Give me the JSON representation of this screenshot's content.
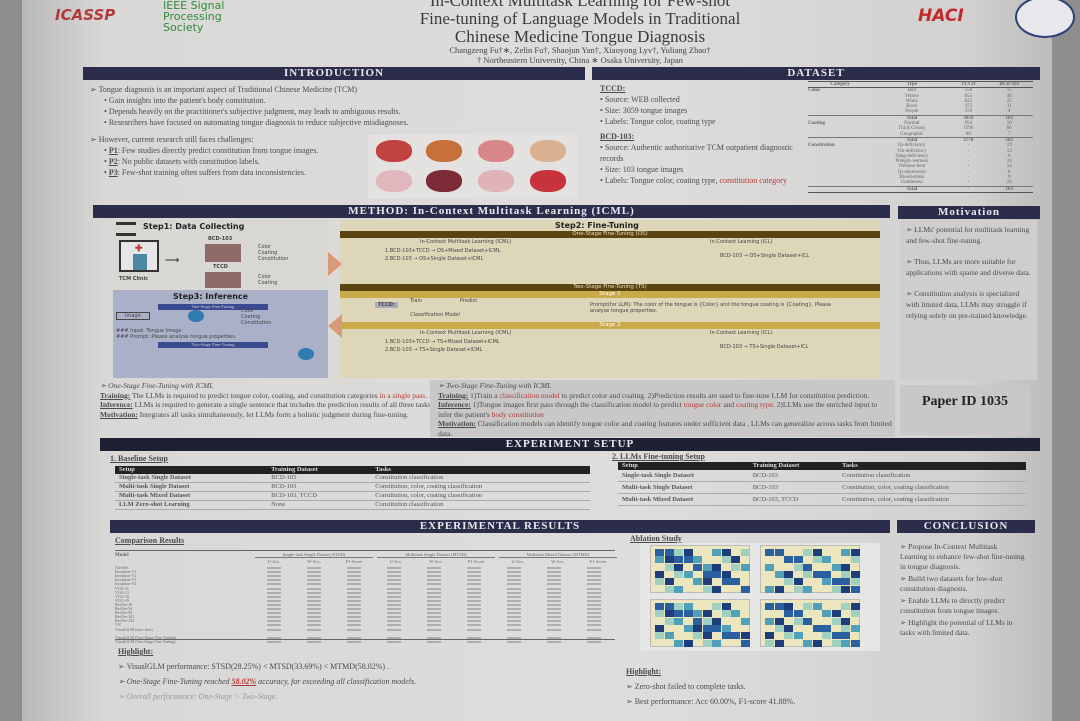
{
  "header": {
    "logo_icassp": "ICASSP",
    "logo_ieee": "IEEE Signal Processing Society",
    "logo_haci": "HACI",
    "title_line1": "In-Context Multitask Learning for Few-shot",
    "title_line2": "Fine-tuning of Language Models in Traditional",
    "title_line3": "Chinese Medicine Tongue Diagnosis",
    "authors": "Changzeng Fu†∗, Zelin Fu†, Shaojun Yan†, Xiaoyong Lyv†, Yuliang Zhao†",
    "affiliations": "† Northeastern University, China      ∗ Osaka University, Japan"
  },
  "introduction": {
    "title": "INTRODUCTION",
    "point1": "Tongue diagnosis is an important aspect of Traditional Chinese Medicine (TCM)",
    "sub1": [
      "Gain insights into the patient's body constitution.",
      "Depends heavily on the practitioner's subjective judgment, may leads to ambiguous results.",
      "Researchers have focused on automating tongue diagnosis to reduce subjective misdiagnoses."
    ],
    "point2": "However, current research still faces challenges:",
    "challenges": [
      {
        "tag": "P1",
        "text": ": Few studies directly predict constitution from tongue images."
      },
      {
        "tag": "P2",
        "text": ": No public datasets with constitution labels."
      },
      {
        "tag": "P3",
        "text": ": Few-shot training often suffers from data inconsistencies."
      }
    ]
  },
  "dataset": {
    "title": "DATASET",
    "tccd_title": "TCCD:",
    "tccd": [
      "Source: WEB collected",
      "Size: 3059 tongue images",
      "Labels: Tongue color, coating type"
    ],
    "bcd_title": "BCD-103:",
    "bcd": [
      "Source: Authentic authoritative TCM outpatient diagnostic records",
      "Size: 103 tongue images",
      "Labels: Tongue color, coating type,"
    ],
    "bcd_red": "constitution category",
    "table": {
      "headers": [
        "Category",
        "Type",
        "TCCD",
        "BCD-103"
      ],
      "rows": [
        [
          "Color",
          "Red",
          "550",
          "15"
        ],
        [
          "",
          "Yellow",
          "855",
          "48"
        ],
        [
          "",
          "White",
          "823",
          "25"
        ],
        [
          "",
          "Black",
          "472",
          "11"
        ],
        [
          "",
          "Purple",
          "350",
          "4"
        ],
        [
          "",
          "Total",
          "3059",
          "103"
        ],
        [
          "Coating",
          "Normal",
          "994",
          "10"
        ],
        [
          "",
          "Thick Greasy",
          "1696",
          "86"
        ],
        [
          "",
          "Geographic",
          "80",
          "7"
        ],
        [
          "",
          "Total",
          "2770",
          "103"
        ],
        [
          "Constitution",
          "Qi-deficiency",
          "-",
          "19"
        ],
        [
          "",
          "Yin-deficiency",
          "-",
          "13"
        ],
        [
          "",
          "Yang-deficiency",
          "-",
          "6"
        ],
        [
          "",
          "Phlegm-wetness",
          "-",
          "10"
        ],
        [
          "",
          "Wetness-heat",
          "-",
          "14"
        ],
        [
          "",
          "Qi-depression",
          "-",
          "8"
        ],
        [
          "",
          "Blood-stasis",
          "-",
          "9"
        ],
        [
          "",
          "Gentleness",
          "-",
          "24"
        ],
        [
          "",
          "Total",
          "-",
          "103"
        ]
      ]
    }
  },
  "method": {
    "title": "METHOD: In-Context Multitask Learning (ICML)",
    "step1": "Step1: Data Collecting",
    "clinic": "TCM Clinic",
    "bcd": "BCD-103",
    "tccd": "TCCD",
    "bcd_labels": [
      "Color",
      "Coating",
      "Constitution"
    ],
    "tccd_labels": [
      "Color",
      "Coating"
    ],
    "step3": "Step3: Inference",
    "os_label": "One-Stage Fine-Tuning",
    "ts_label": "Two-Stage Fine-Tuning",
    "image": "Image",
    "outputs": [
      "Color",
      "Coating",
      "Constitution"
    ],
    "inf_input": "### Input: Tongue Image",
    "inf_prompt": "### Prompt: Please analyse tongue properties.",
    "step2": "Step2: Fine-Tuning",
    "os_bar": "One-Stage Fine-Tuning (OS)",
    "icml": "In-Context Multitask Learning (ICML)",
    "icl": "In-Context Learning (ICL)",
    "os_lines": [
      "1.BCD-103+TCCD → OS+Mixed Dataset+ICML",
      "2.BCD-103 → OS+Single Dataset+ICML"
    ],
    "os_icl": "BCD-103 → OS+Single Dataset+ICL",
    "ts_bar": "Two-Stage Fine-Tuning (TS)",
    "stage1": "Stage 1",
    "stage2": "Stage 2",
    "train": "Train",
    "predict": "Predict",
    "cls_model": "Classification Model",
    "ts_prompt": "Prompt(for LLM): The color of the tongue is {Color} and the tongue coating is {Coating}. Please analyse tongue properties.",
    "ts_lines": [
      "1.BCD-103+TCCD → TS+Mixed Dataset+ICML",
      "2.BCD-103 → TS+Single Dataset+ICML"
    ],
    "ts_icl": "BCD-103 → TS+Single Dataset+ICL",
    "one_stage": {
      "title": "One-Stage Fine-Tuning with ICML",
      "training_k": "Training:",
      "training": " The LLMs is required to predict tongue color, coating, and constitution categories ",
      "training_red": "in a single pass.",
      "inference_k": "Inference:",
      "inference": " LLMs is required to generate a single sentence that includes the prediction results of all three tasks.",
      "motivation_k": "Motivation:",
      "motivation": " Integrates all tasks simultaneously, let LLMs form a holistic judgment during fine-tuning."
    },
    "two_stage": {
      "title": "Two-Stage Fine-Tuning with ICML",
      "training_k": "Training:",
      "training_a": " 1)Train a ",
      "training_red": "classification model",
      "training_b": " to predict color and coating. 2)Prediction results are used to fine-tune LLM for constitution prediction.",
      "inference_k": "Inference:",
      "inference_a": " 1)Tongue images first pass through the classification model to predict ",
      "inf_red1": "tongue color",
      "inference_b": " and ",
      "inf_red2": "coating type",
      "inference_c": ". 2)LLMs use the enriched input to infer the patient's ",
      "inf_red3": "body constitution",
      "motivation_k": "Motivation:",
      "motivation": " Classification models can identify tongue color and coating features under sufficient data , LLMs can generalize across tasks from limited data."
    }
  },
  "motivation": {
    "title": "Motivation",
    "points": [
      "LLMs' potential for multitask learning and few-shot fine-tuning.",
      "Thus, LLMs are more suitable for applications with sparse and diverse data.",
      "Constitution analysis is specialized with limited data, LLMs may struggle if relying solely on pre-trained knowledge."
    ],
    "paper_id": "Paper ID 1035"
  },
  "experiment_setup": {
    "title": "EXPERIMENT SETUP",
    "baseline_title": "1. Baseline Setup",
    "headers": [
      "Setup",
      "Training Dataset",
      "Tasks"
    ],
    "baseline_rows": [
      [
        "Single-task Single Dataset",
        "BCD-103",
        "Constitution classification"
      ],
      [
        "Multi-task Single Dataset",
        "BCD-103",
        "Constitution, color, coating classification"
      ],
      [
        "Multi-task Mixed Dataset",
        "BCD-103, TCCD",
        "Constitution, color, coating classification"
      ],
      [
        "LLM Zero-shot Learning",
        "None",
        "Constitution classification"
      ]
    ],
    "llm_title": "2. LLMs Fine-tuning Setup",
    "llm_rows": [
      [
        "Single-task Single Dataset",
        "BCD-103",
        "Constitution classification"
      ],
      [
        "Multi-task Single Dataset",
        "BCD-103",
        "Constitution, color, coating classification"
      ],
      [
        "Multi-task Mixed Dataset",
        "BCD-103, TCCD",
        "Constitution, color, coating classification"
      ]
    ]
  },
  "results": {
    "title": "EXPERIMENTAL RESULTS",
    "comparison_title": "Comparison Results",
    "model_header": "Model",
    "groups": [
      "Single-task Single Dataset (STSD)",
      "Multitask Single Dataset (MTSD)",
      "Multitask Mixed Dataset (MTMD)"
    ],
    "metrics": [
      "U-Acc.",
      "W-Acc.",
      "F1-Score"
    ],
    "models": [
      "AlexNet",
      "Inception-V1",
      "Inception-V2",
      "Inception-V3",
      "Inception-V4",
      "VGG-11",
      "VGG-13",
      "VGG-16",
      "VGG-19",
      "ResNet-18",
      "ResNet-34",
      "ResNet-50",
      "ResNet-101",
      "ResNet-152",
      "ViT",
      "VisualGLM (zero-shot)",
      "VisualGLM (Two-Stage Fine-Tuning)",
      "VisualGLM (One-Stage Fine-Tuning)"
    ],
    "ablation_title": "Ablation Study",
    "highlight": "Highlight:",
    "highlights": [
      "VisualGLM performance: STSD(28.25%) < MTSD(33.69%) < MTMD(58.02%) ."
    ],
    "h2_a": "One-Stage Fine-Tuning reached ",
    "h2_red": "58.02%",
    "h2_b": " accuracy, far exceeding all classification models.",
    "h3": "Overall performance: One-Stage > Two-Stage.",
    "ablation_highlights": [
      "Zero-shot failed to complete tasks.",
      "Best performance: Acc 60.00%, F1-score 41.88%."
    ]
  },
  "conclusion": {
    "title": "CONCLUSION",
    "points": [
      "Propose In-Context Multitask Learning to enhance few-shot fine-tuning in tongue diagnosis.",
      "Build two datasets for few-shot constitution diagnosis.",
      "Enable LLMs to directly predict constitution from tongue images.",
      "Highlight the potential of LLMs in tasks with limited data."
    ]
  },
  "colors": {
    "header_bar": "#2b2d4a",
    "accent_red": "#b03a3a",
    "method_gold": "#5a4512",
    "inference_blue": "#9fa8c8"
  }
}
